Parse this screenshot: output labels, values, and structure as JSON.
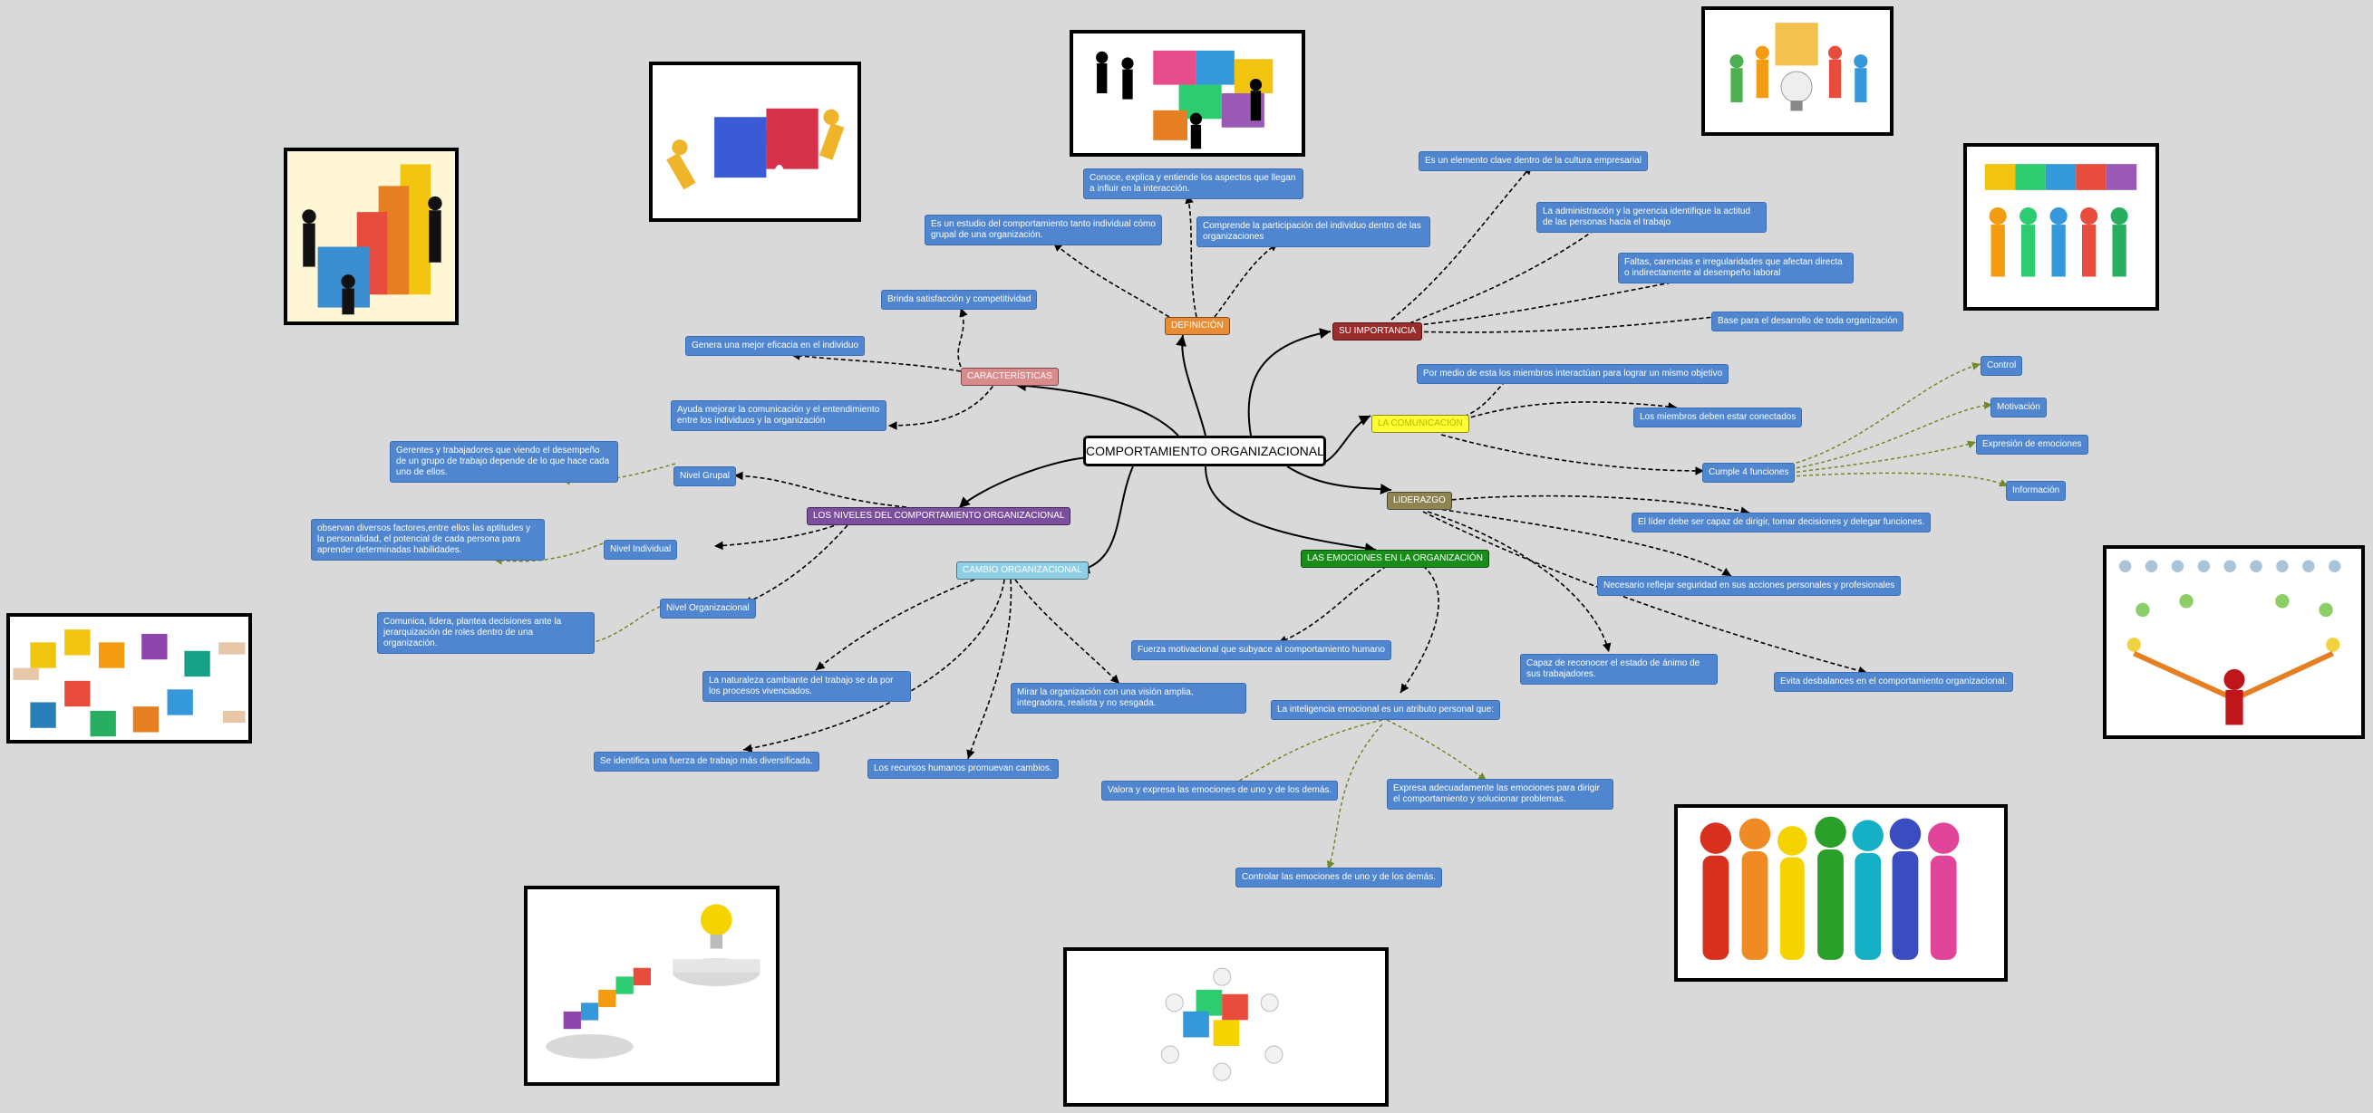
{
  "central": "COMPORTAMIENTO ORGANIZACIONAL",
  "colors": {
    "definicion": "#e98c36",
    "importancia": "#9b2c2c",
    "comunicacion": "#ffff33",
    "liderazgo": "#8e8452",
    "emociones": "#198c19",
    "cambio": "#8ecfe6",
    "niveles": "#7b4f9e",
    "caracteristicas": "#d98a8a",
    "leaf": "#4f86cf"
  },
  "branches": {
    "definicion": "DEFINICIÓN",
    "importancia": "SU IMPORTANCIA",
    "comunicacion": "LA COMUNICACIÓN",
    "liderazgo": "LIDERAZGO",
    "emociones": "LAS EMOCIONES EN LA ORGANIZACIÓN",
    "cambio": "CAMBIO ORGANIZACIONAL",
    "niveles": "LOS NIVELES DEL COMPORTAMIENTO ORGANIZACIONAL",
    "caracteristicas": "CARACTERÍSTICAS"
  },
  "definicion": [
    "Es un estudio del comportamiento tanto individual cómo grupal de una organización.",
    "Conoce, explica y entiende los aspectos que llegan a influir en la interacción.",
    "Comprende la participación del individuo dentro de las organizaciones"
  ],
  "importancia": [
    "Es un elemento clave dentro de la cultura empresarial",
    "La administración y la gerencia identifique la actitud de las personas hacia el trabajo",
    "Faltas, carencias e irregularidades que afectan directa o indirectamente al desempeño laboral",
    "Base para el desarrollo de toda organización"
  ],
  "comunicacion": [
    "Por medio de esta los miembros interactúan para lograr un mismo objetivo",
    "Los miembros deben estar conectados",
    "Cumple 4 funciones"
  ],
  "funciones": [
    "Control",
    "Motivación",
    "Expresión de emociones",
    "Información"
  ],
  "liderazgo": [
    "El líder debe ser capaz de dirigir, tomar decisiones y delegar funciones.",
    "Necesario reflejar seguridad en sus acciones personales y profesionales",
    "Capaz de reconocer el estado de ánimo de sus trabajadores.",
    "Evita desbalances en el comportamiento organizacional."
  ],
  "emociones": [
    "Fuerza motivacional que subyace al comportamiento humano",
    "La inteligencia emocional es un atributo personal que:"
  ],
  "inteligencia": [
    "Valora y expresa las emociones de uno y de los demás.",
    "Expresa adecuadamente las emociones para dirigir el comportamiento y solucionar problemas.",
    "Controlar las emociones de uno y de los demás."
  ],
  "cambio": [
    "La naturaleza cambiante del trabajo se da por los procesos vivenciados.",
    "Mirar la organización con una visión amplia, integradora, realista y no sesgada.",
    "Se identifica una fuerza de trabajo más diversificada.",
    "Los recursos humanos promuevan cambios."
  ],
  "niveles": [
    "Nivel Grupal",
    "Nivel Individual",
    "Nivel Organizacional"
  ],
  "niveles_desc": [
    "Gerentes y trabajadores que viendo el desempeño de un grupo de trabajo depende de lo que hace cada uno de ellos.",
    "observan diversos factores,entre ellos las aptitudes y la personalidad, el potencial de cada persona para aprender determinadas habilidades.",
    "Comunica, lidera, plantea decisiones ante la jerarquización de roles dentro de una organización."
  ],
  "caracteristicas": [
    "Brinda satisfacción y competitividad",
    "Genera una mejor eficacia en el individuo",
    "Ayuda mejorar la comunicación y el entendimiento entre los individuos y la organización"
  ],
  "images": [
    "teamwork-puzzle-image",
    "business-puzzle-image",
    "puzzle-lightbulb-team-image",
    "people-puzzle-image",
    "blocks-building-image",
    "puzzle-hands-image",
    "leadership-pyramid-image",
    "colorful-people-image",
    "puzzle-bridge-lightbulb-image",
    "puzzle-circle-people-image"
  ]
}
